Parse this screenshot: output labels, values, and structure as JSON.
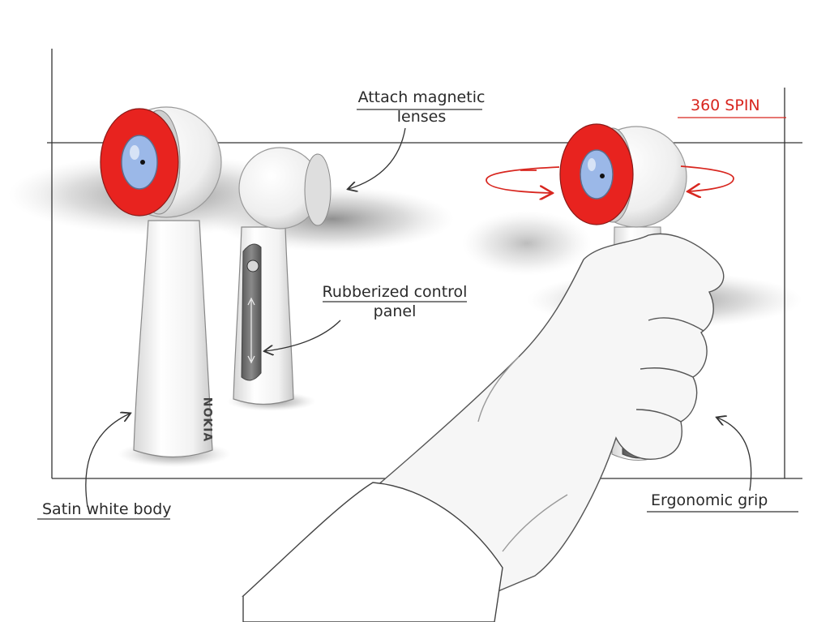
{
  "annotations": {
    "magnetic_lenses_line1": "Attach  magnetic",
    "magnetic_lenses_line2": "lenses",
    "spin": "360 SPIN",
    "control_panel_line1": "Rubberized control",
    "control_panel_line2": "panel",
    "body": "Satin white body",
    "grip": "Ergonomic grip"
  },
  "product": {
    "brand": "NOKIA"
  },
  "colors": {
    "lens_ring": "#e8231f",
    "lens_center": "#9bb8e8",
    "body_white": "#f4f4f4",
    "control_panel": "#6a6a6a",
    "spin_text": "#d8261f",
    "line": "#333333"
  }
}
